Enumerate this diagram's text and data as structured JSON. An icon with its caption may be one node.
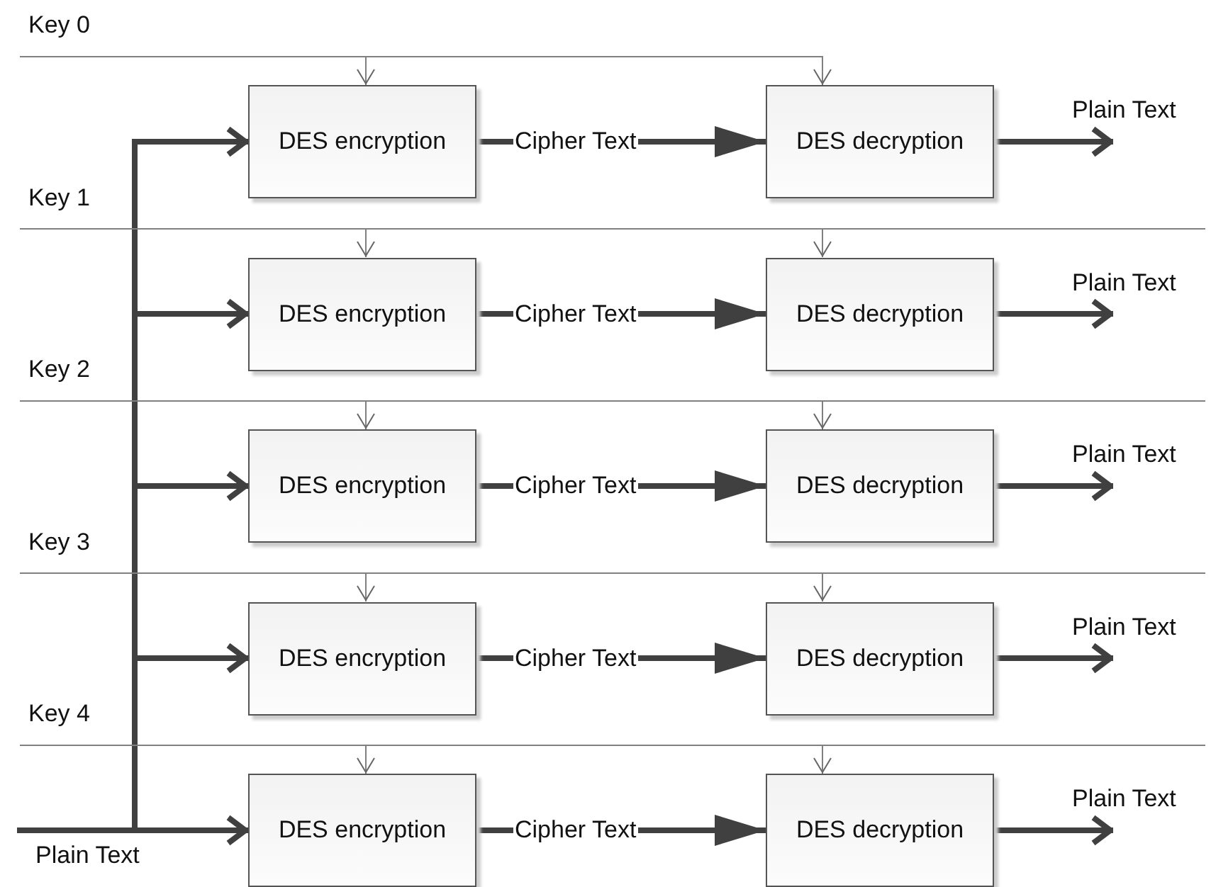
{
  "diagram": {
    "nodes": [
      {
        "text": [
          "Key 0"
        ]
      },
      {
        "text": [
          "DES encryption"
        ]
      },
      {
        "text": [
          "DES decryption"
        ]
      },
      {
        "text": [
          "Key 1"
        ]
      },
      {
        "text": [
          "DES encryption"
        ]
      },
      {
        "text": [
          "DES decryption"
        ]
      },
      {
        "text": [
          "Key 2"
        ]
      },
      {
        "text": [
          "DES encryption"
        ]
      },
      {
        "text": [
          "DES decryption"
        ]
      },
      {
        "text": [
          "Key 3"
        ]
      },
      {
        "text": [
          "DES encryption"
        ]
      },
      {
        "text": [
          "DES decryption"
        ]
      },
      {
        "text": [
          "Key 4"
        ]
      },
      {
        "text": [
          "DES encryption"
        ]
      },
      {
        "text": [
          "DES decryption"
        ]
      },
      {
        "text": [
          "Plain Text"
        ]
      }
    ],
    "edges": [
      {
        "from": 0,
        "to": 1,
        "arrow": "to",
        "color": "#808080"
      },
      {
        "from": 0,
        "to": 2,
        "arrow": "to",
        "color": "#808080"
      },
      {
        "from": 15,
        "to": 1,
        "arrow": "to"
      },
      {
        "from": 1,
        "to": 2,
        "arrow": "to",
        "label": "Cipher Text"
      },
      {
        "from": 2,
        "to": null,
        "arrow": "to",
        "label": "Plain Text"
      },
      {
        "from": 3,
        "to": 4,
        "arrow": "to",
        "color": "#808080"
      },
      {
        "from": 3,
        "to": 5,
        "arrow": "to",
        "color": "#808080"
      },
      {
        "from": 15,
        "to": 4,
        "arrow": "to"
      },
      {
        "from": 4,
        "to": 5,
        "arrow": "to",
        "label": "Cipher Text"
      },
      {
        "from": 5,
        "to": null,
        "arrow": "to",
        "label": "Plain Text"
      },
      {
        "from": 6,
        "to": 7,
        "arrow": "to",
        "color": "#808080"
      },
      {
        "from": 6,
        "to": 8,
        "arrow": "to",
        "color": "#808080"
      },
      {
        "from": 15,
        "to": 7,
        "arrow": "to"
      },
      {
        "from": 7,
        "to": 8,
        "arrow": "to",
        "label": "Cipher Text"
      },
      {
        "from": 8,
        "to": null,
        "arrow": "to",
        "label": "Plain Text"
      },
      {
        "from": 9,
        "to": 10,
        "arrow": "to",
        "color": "#808080"
      },
      {
        "from": 9,
        "to": 11,
        "arrow": "to",
        "color": "#808080"
      },
      {
        "from": 15,
        "to": 10,
        "arrow": "to"
      },
      {
        "from": 10,
        "to": 11,
        "arrow": "to",
        "label": "Cipher Text"
      },
      {
        "from": 11,
        "to": null,
        "arrow": "to",
        "label": "Plain Text"
      },
      {
        "from": 12,
        "to": 13,
        "arrow": "to",
        "color": "#808080"
      },
      {
        "from": 12,
        "to": 14,
        "arrow": "to",
        "color": "#808080"
      },
      {
        "from": 15,
        "to": 13,
        "arrow": "to"
      },
      {
        "from": 13,
        "to": 14,
        "arrow": "to",
        "label": "Cipher Text"
      },
      {
        "from": 14,
        "to": null,
        "arrow": "to",
        "label": "Plain Text"
      }
    ]
  }
}
